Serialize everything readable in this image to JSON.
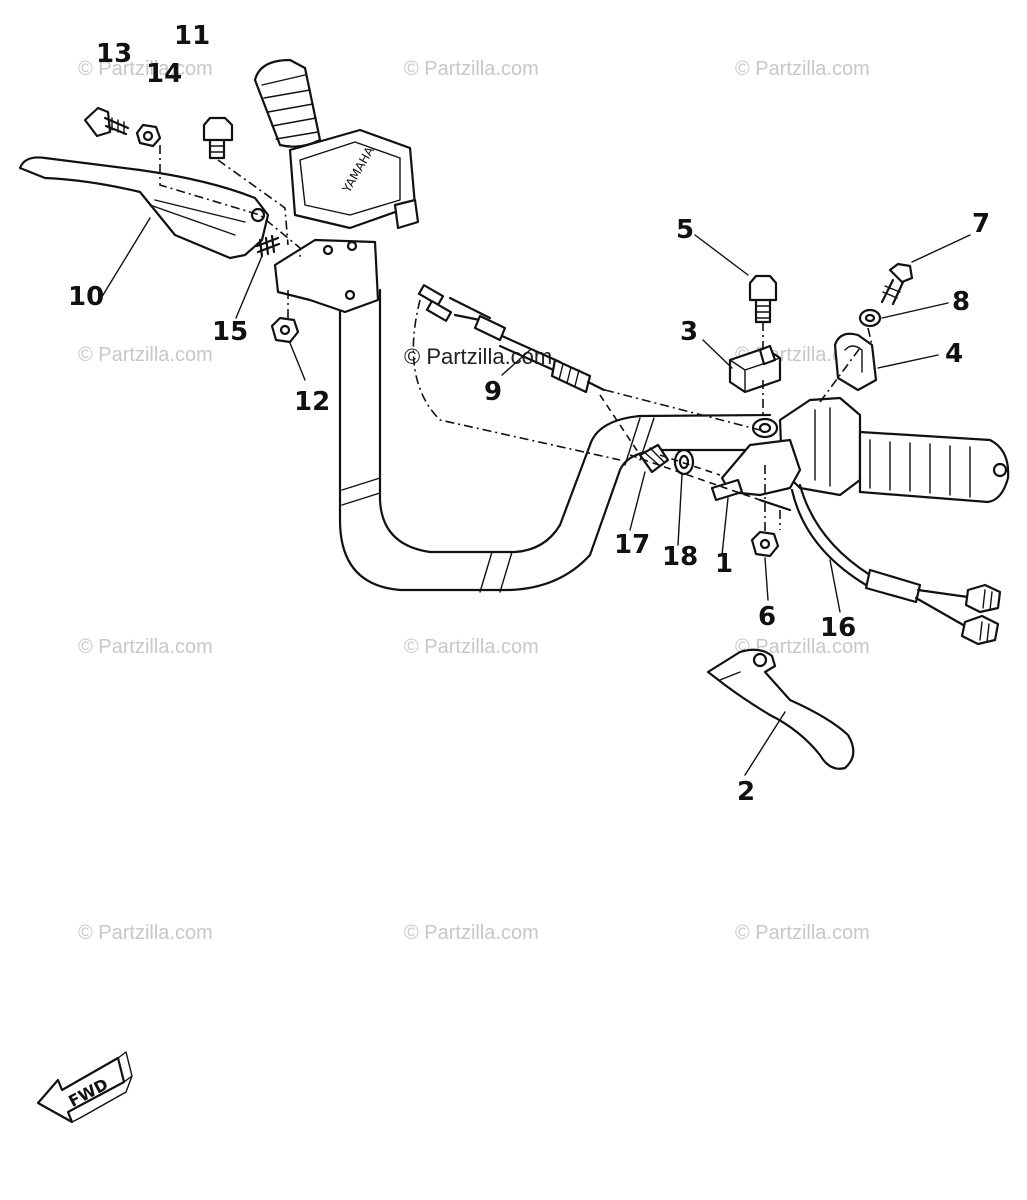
{
  "watermarks": [
    {
      "text": "© Partzilla.com",
      "strong": false
    },
    {
      "text": "© Partzilla.com",
      "strong": false
    },
    {
      "text": "© Partzilla.com",
      "strong": false
    },
    {
      "text": "© Partzilla.com",
      "strong": false
    },
    {
      "text": "© Partzilla.com",
      "strong": true
    },
    {
      "text": "© Partzilla.com",
      "strong": false
    },
    {
      "text": "© Partzilla.com",
      "strong": false
    },
    {
      "text": "© Partzilla.com",
      "strong": false
    },
    {
      "text": "© Partzilla.com",
      "strong": false
    },
    {
      "text": "© Partzilla.com",
      "strong": false
    },
    {
      "text": "© Partzilla.com",
      "strong": false
    },
    {
      "text": "© Partzilla.com",
      "strong": false
    }
  ],
  "callouts": [
    "1",
    "2",
    "3",
    "4",
    "5",
    "6",
    "7",
    "8",
    "9",
    "10",
    "11",
    "12",
    "13",
    "14",
    "15",
    "16",
    "17",
    "18"
  ],
  "brand_text": "YAMAHA",
  "fwd_label": "FWD"
}
